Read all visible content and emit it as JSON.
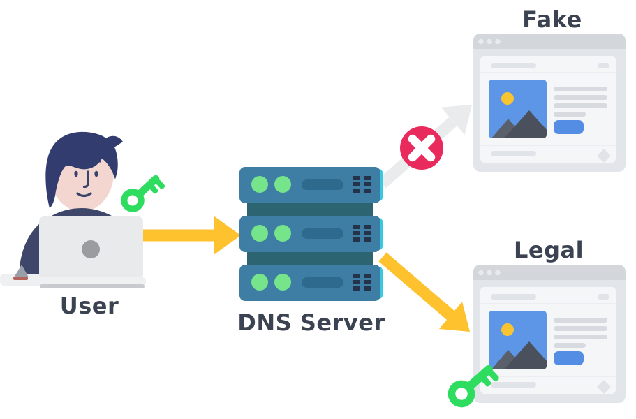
{
  "labels": {
    "user": "User",
    "dns_server": "DNS Server",
    "fake_site": "Fake",
    "legal_site": "Legal"
  },
  "flow": {
    "edges": [
      {
        "from": "user",
        "to": "dns_server",
        "style": "yellow-arrow",
        "meaning": "request with key"
      },
      {
        "from": "dns_server",
        "to": "fake_site",
        "style": "gray-arrow",
        "meaning": "blocked",
        "badge": "x-circle"
      },
      {
        "from": "dns_server",
        "to": "legal_site",
        "style": "yellow-arrow",
        "meaning": "allowed",
        "badge": "green-key"
      }
    ]
  },
  "icons": {
    "user_key": "key-icon",
    "legal_key": "key-icon",
    "blocked_mark": "x-circle-icon",
    "window_controls": "window-dots-icon",
    "image_sun": "sun-icon",
    "image_mountains": "mountain-icon"
  },
  "colors": {
    "background": "#ffffff",
    "label_text": "#3b4251",
    "arrow_yellow": "#fec22f",
    "arrow_gray": "#eaebed",
    "block_red": "#e92a5c",
    "x_white": "#ffffff",
    "key_green": "#2edd60",
    "server_body": "#3f7ea4",
    "server_slot": "#2e6a8e",
    "server_connector": "#2c6472",
    "server_led": "#76e48b",
    "server_cyan": "#39c8e2",
    "server_vent": "#24334a",
    "card_body": "#e2e5ea",
    "card_topbar": "#d3d7dc",
    "card_dot": "#e8ebee",
    "card_inner": "#f5f6f8",
    "card_pill": "#e0e3e8",
    "card_line": "#d7dbe0",
    "card_divider": "#ebedf1",
    "image_blue": "#5d95e7",
    "sun_yellow": "#f9c431",
    "mountain_light": "#59606a",
    "mountain_dark": "#4a515c",
    "button_blue": "#548ee4",
    "hair_navy": "#333c6e",
    "skin": "#f3d6d0",
    "feature_navy": "#3a436c",
    "sweater_navy": "#3e4769",
    "laptop_gray": "#e9eaec",
    "laptop_base": "#eff0f2",
    "laptop_strip": "#c9cacd",
    "laptop_logo": "#9b9ca0",
    "desk_gray": "#eef0f1",
    "mouse_gray": "#9aa0a8",
    "mouse_red": "#b5655e"
  }
}
